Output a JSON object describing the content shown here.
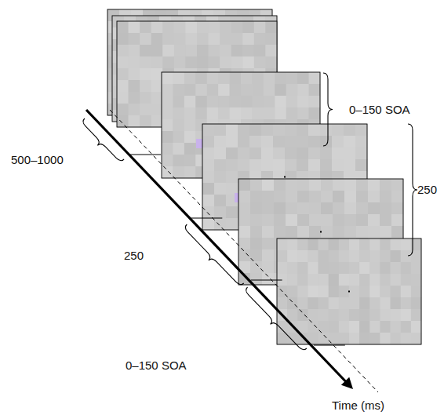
{
  "diagram": {
    "labels": [
      "0–150 SOA",
      "500–1000",
      "250",
      "250",
      "0–150 SOA",
      "Time (ms)"
    ]
  }
}
